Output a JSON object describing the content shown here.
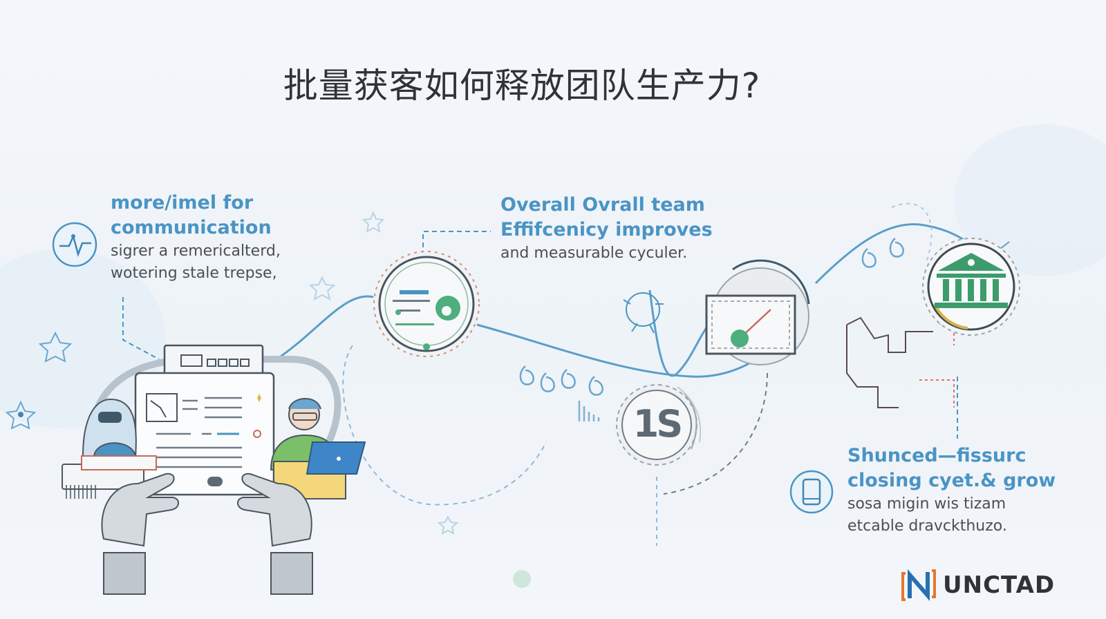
{
  "title": "批量获客如何释放团队生产力?",
  "blocks": [
    {
      "heading": [
        "more/imel for",
        "communication"
      ],
      "body": [
        "sigrer a remericalterd,",
        "wotering stale trepse,"
      ]
    },
    {
      "heading": [
        "Overall Ovrall team",
        "Effifcenicy improves"
      ],
      "body": [
        "and measurable cyculer."
      ]
    },
    {
      "heading": [
        "Shunced—fissurc",
        "closing cyet.& grow"
      ],
      "body": [
        "sosa migin wis tizam",
        "etcable dravckthuzo."
      ]
    }
  ],
  "badge_text": "1S",
  "logo": {
    "text": "UNCTAD",
    "mark": "N"
  },
  "icons": [
    "heartbeat-icon",
    "document-gear-icon",
    "chart-icon",
    "bank-icon",
    "phone-icon",
    "dollar-badge-icon"
  ],
  "colors": {
    "accent_blue": "#4a94c4",
    "accent_green": "#4caf7d",
    "line": "#5a9ec8",
    "text": "#2f3338",
    "logo_orange": "#e8762d"
  }
}
